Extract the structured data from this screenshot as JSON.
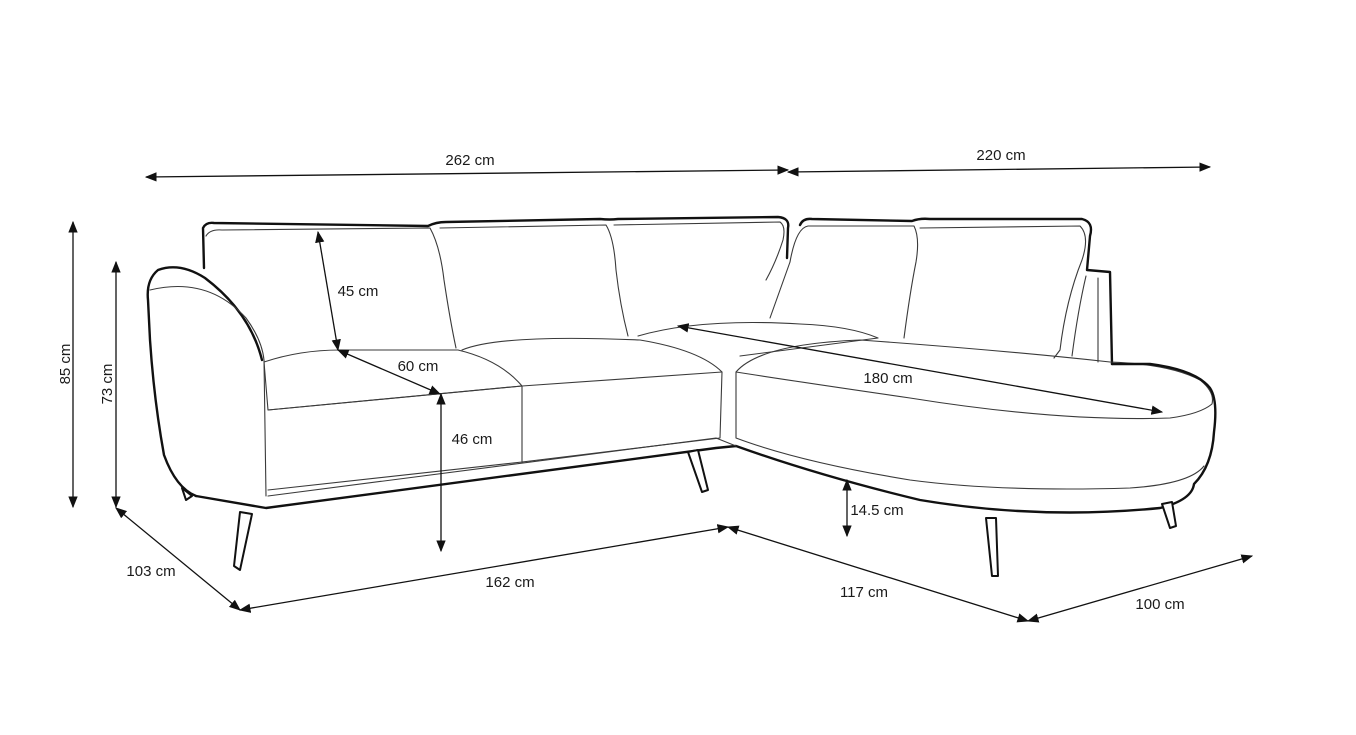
{
  "dimensions": {
    "total_width_left": "262 cm",
    "total_width_right": "220 cm",
    "backrest_height": "45 cm",
    "seat_depth": "60 cm",
    "chaise_length": "180 cm",
    "seat_height": "46 cm",
    "overall_height": "85 cm",
    "arm_height": "73 cm",
    "clearance": "14.5 cm",
    "depth_left": "103 cm",
    "front_width": "162 cm",
    "chaise_front": "117 cm",
    "chaise_depth": "100 cm"
  }
}
